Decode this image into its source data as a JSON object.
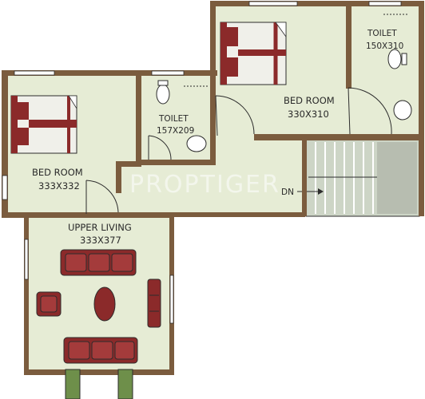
{
  "rooms": {
    "bedroom_left": {
      "name": "BED ROOM",
      "size": "333X332"
    },
    "toilet_middle": {
      "name": "TOILET",
      "size": "157X209"
    },
    "bedroom_top": {
      "name": "BED ROOM",
      "size": "330X310"
    },
    "toilet_right": {
      "name": "TOILET",
      "size": "150X310"
    },
    "upper_living": {
      "name": "UPPER LIVING",
      "size": "333X377"
    }
  },
  "stair_label": "DN",
  "watermark": "PROPTIGER",
  "colors": {
    "wall": "#7b5c3e",
    "floor": "#e6ecd5",
    "furniture": "#8b2a2a",
    "stair_fill": "#cdd5c6",
    "outline": "#2c2c2c"
  }
}
